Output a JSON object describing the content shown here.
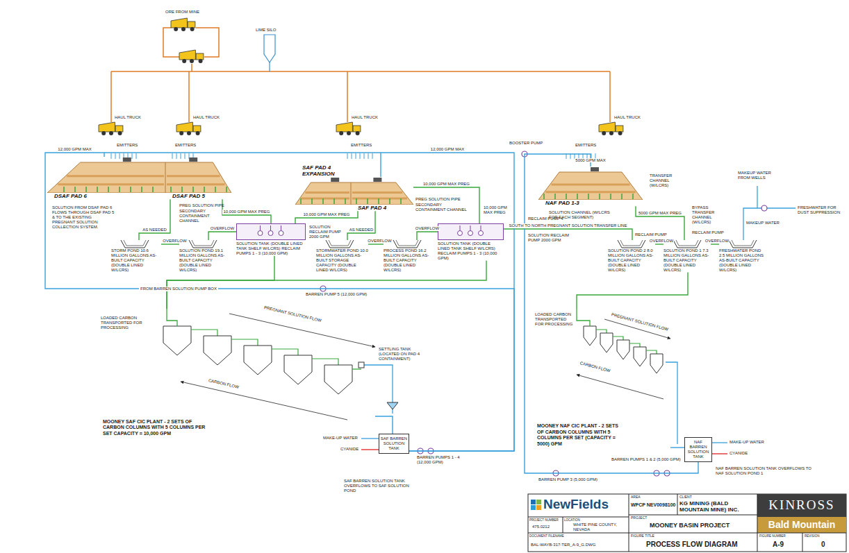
{
  "diagram": {
    "nodes": [
      {
        "text": [
          "DSAF PAD 6"
        ]
      },
      {
        "text": [
          "DSAF PAD 5"
        ]
      },
      {
        "text": [
          "SAF PAD 4 EXPANSION"
        ]
      },
      {
        "text": [
          "SAF PAD 4"
        ]
      },
      {
        "text": [
          "NAF PAD 1-3"
        ]
      },
      {
        "text": [
          "STORM POND 10.6 MILLION GALLONS AS-BUILT CAPACITY (DOUBLE LINED W/LCRS)"
        ]
      },
      {
        "text": [
          "SOLUTION POND 19.1 MILLION GALLONS AS-BUILT CAPACITY (DOUBLE LINED W/LCRS)"
        ]
      },
      {
        "text": [
          "SOLUTION TANK (DOUBLE LINED TANK SHELF W/LCRS) RECLAIM PUMPS 1 - 3 (10,000 GPM)"
        ]
      },
      {
        "text": [
          "STORMWATER POND 10.0 MILLION GALLONS AS-BUILT STORAGE CAPACITY (DOUBLE LINED W/LCRS)"
        ]
      },
      {
        "text": [
          "PROCESS POND 16.2 MILLION GALLONS AS-BUILT CAPACITY (DOUBLE LINED W/LCRS)"
        ]
      },
      {
        "text": [
          "SOLUTION TANK (DOUBLE LINED TANK SHELF W/LCRS) RECLAIM PUMPS 1 - 3 (10,000 GPM)"
        ]
      },
      {
        "text": [
          "SOLUTION POND 2 8.0 MILLION GALLONS AS-BUILT CAPACITY (DOUBLE LINED W/LCRS)"
        ]
      },
      {
        "text": [
          "SOLUTION POND 1 7.3 MILLION GALLONS AS-BUILT CAPACITY (DOUBLE LINED W/LCRS)"
        ]
      },
      {
        "text": [
          "FRESHWATER POND 2.5 MILLION GALLONS AS-BUILT CAPACITY (DOUBLE LINED W/LCRS)"
        ]
      },
      {
        "text": [
          "MOONEY SAF CIC PLANT - 2 SETS OF CARBON COLUMNS WITH 5 COLUMNS PER SET CAPACITY = 10,000 GPM"
        ]
      },
      {
        "text": [
          "SAF BARREN SOLUTION TANK"
        ]
      },
      {
        "text": [
          "MOONEY NAF CIC PLANT - 2 SETS OF CARBON COLUMNS WITH 5 COLUMNS PER SET (CAPACITY = 5000) GPM"
        ]
      },
      {
        "text": [
          "NAF BARREN SOLUTION TANK"
        ]
      }
    ],
    "edges": [
      {
        "from": 1,
        "to": 7,
        "arrow": "none",
        "label": "10,000 GPM MAX PREG"
      },
      {
        "from": 3,
        "to": 7,
        "arrow": "none",
        "label": "10,000 GPM MAX PREG"
      },
      {
        "from": 7,
        "to": 6,
        "arrow": "none",
        "label": "OVERFLOW"
      },
      {
        "from": 6,
        "to": 5,
        "arrow": "none",
        "label": "OVERFLOW"
      },
      {
        "from": 1,
        "to": 5,
        "arrow": "none",
        "label": "AS NEEDED"
      },
      {
        "from": 3,
        "to": 10,
        "arrow": "none",
        "label": "10,000 GPM MAX PREG"
      },
      {
        "from": 10,
        "to": 9,
        "arrow": "none",
        "label": "OVERFLOW"
      },
      {
        "from": 9,
        "to": 8,
        "arrow": "none",
        "label": "OVERFLOW"
      },
      {
        "from": 3,
        "to": 8,
        "arrow": "none",
        "label": "AS NEEDED"
      },
      {
        "from": 4,
        "to": 12,
        "arrow": "none",
        "label": "5000 GPM MAX PREG"
      },
      {
        "from": 12,
        "to": 11,
        "arrow": "none",
        "label": "OVERFLOW"
      },
      {
        "from": 13,
        "to": 12,
        "arrow": "none",
        "label": "OVERFLOW"
      },
      {
        "from": 10,
        "to": 11,
        "arrow": "none",
        "label": "SOUTH TO NORTH PREGNANT SOLUTION TRANSFER LINE"
      },
      {
        "from": 10,
        "to": 14,
        "arrow": "none"
      },
      {
        "from": 7,
        "to": 14,
        "arrow": "none"
      },
      {
        "from": 14,
        "to": 15,
        "arrow": "none"
      },
      {
        "from": 15,
        "to": 3,
        "arrow": "none",
        "label": "12,000 GPM MAX"
      },
      {
        "from": 15,
        "to": 0,
        "arrow": "none",
        "label": "12,000 GPM MAX"
      },
      {
        "from": 12,
        "to": 16,
        "arrow": "none"
      },
      {
        "from": 16,
        "to": 17,
        "arrow": "none"
      },
      {
        "from": 17,
        "to": 4,
        "arrow": "none",
        "label": "5000 GPM MAX"
      }
    ],
    "labels": [
      "ORE FROM MINE",
      "LIME SILO",
      "HAUL TRUCK",
      "HAUL TRUCK",
      "HAUL TRUCK",
      "HAUL TRUCK",
      "EMITTERS",
      "EMITTERS",
      "EMITTERS",
      "EMITTERS",
      "BOOSTER PUMP",
      "SOLUTION FROM DSAF PAD 6 FLOWS THROUGH DSAF PAD 5 & TO THE EXISTING PREGNANT SOLUTION COLLECTION SYSTEM.",
      "PREG SOLUTION PIPE",
      "SECONDARY CONTAINMENT CHANNEL",
      "PREG SOLUTION PIPE",
      "SECONDARY CONTAINMENT CHANNEL",
      "10,000 GPM MAX PREG",
      "SOLUTION RECLAIM PUMP 2000 GPM",
      "SOLUTION RECLAIM PUMP 2000 GPM",
      "RECLAIM PUMP 4",
      "SOLUTION CHANNEL (W/LCRS FOR EACH SEGMENT)",
      "TRANSFER CHANNEL (W/LCRS)",
      "BYPASS TRANSFER CHANNEL (W/LCRS)",
      "RECLAIM PUMP",
      "RECLAIM PUMP",
      "MAKEUP WATER",
      "MAKEUP WATER FROM WELLS",
      "FRESHWATER FOR DUST SUPPRESSION",
      "FROM BARREN SOLUTION PUMP BOX",
      "BARREN PUMP 5 (12,000 GPM)",
      "LOADED CARBON TRANSPORTED FOR PROCESSING",
      "PREGNANT SOLUTION FLOW",
      "CARBON FLOW",
      "SETTLING TANK (LOCATED ON PAD 4 CONTAINMENT)",
      "MAKE-UP WATER",
      "CYANIDE",
      "BARREN PUMPS 1 - 4 (12,000 GPM)",
      "SAF BARREN SOLUTION TANK OVERFLOWS TO SAF SOLUTION POND",
      "LOADED CARBON TRANSPORTED FOR PROCESSING",
      "PREGNANT SOLUTION FLOW",
      "CARBON FLOW",
      "BARREN PUMPS 1 & 2 (5,000 GPM)",
      "BARREN PUMP 3 (5,000 GPM)",
      "MAKE-UP WATER",
      "CYANIDE",
      "NAF BARREN SOLUTION TANK OVERFLOWS TO NAF SOLUTION POND 1",
      "NewFields",
      "AREA",
      "WPCP NEV0098100",
      "CLIENT",
      "KG MINING (BALD MOUNTAIN MINE) INC.",
      "KINROSS",
      "Bald Mountain",
      "PROJECT NUMBER",
      "475.0212",
      "LOCATION",
      "WHITE PINE COUNTY, NEVADA",
      "PROJECT",
      "MOONEY BASIN PROJECT",
      "DOCUMENT FILENAME",
      "BAL-WAYB-317-TER_A-9_G.DWG",
      "FIGURE TITLE",
      "PROCESS FLOW DIAGRAM",
      "FIGURE NUMBER",
      "A-9",
      "REVISION",
      "0"
    ]
  }
}
